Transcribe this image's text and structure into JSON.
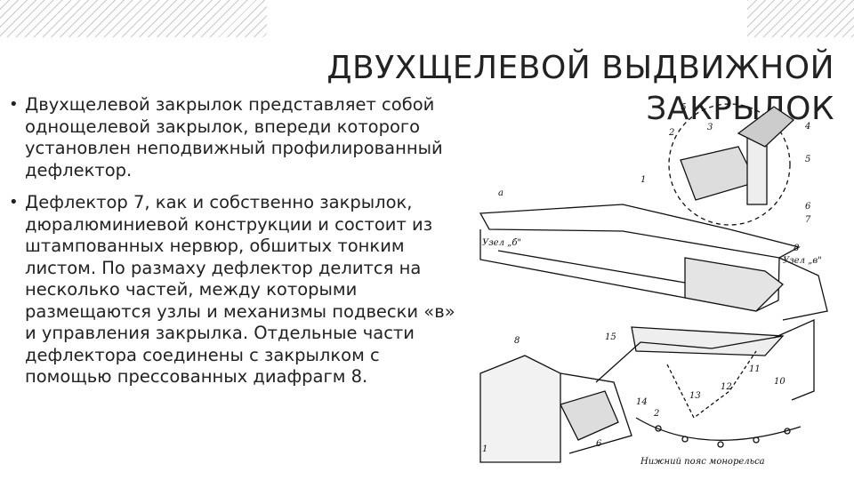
{
  "title": {
    "line1": "ДВУХЩЕЛЕВОЙ ВЫДВИЖНОЙ",
    "line2": "ЗАКРЫЛОК"
  },
  "bullets": [
    {
      "marker": "•",
      "text": "Двухщелевой закрылок представляет собой однощелевой закрылок, впереди которого установлен неподвижный профилированный дефлектор."
    },
    {
      "marker": "•",
      "text": "Дефлектор 7, как и собственно закрылок, дюралюминиевой конструкции и состоит из штампованных нервюр, обшитых тонким листом. По размаху дефлектор делится на несколько частей, между которыми размещаются узлы и механизмы подвески «в» и управления закрылка. Отдельные части дефлектора соединены с закрылком с помощью прессованных диафрагм 8."
    }
  ],
  "figure": {
    "labels": {
      "a": "а",
      "b": "б",
      "node_b": "Узел „б\"",
      "node_v": "Узел „в\"",
      "caption": "Нижний пояс монорельса",
      "n1": "1",
      "n2": "2",
      "n3": "3",
      "n4": "4",
      "n5": "5",
      "n6": "6",
      "n7": "7",
      "n8": "8",
      "n10": "10",
      "n11": "11",
      "n12": "12",
      "n13": "13",
      "n14": "14",
      "n15": "15"
    }
  }
}
